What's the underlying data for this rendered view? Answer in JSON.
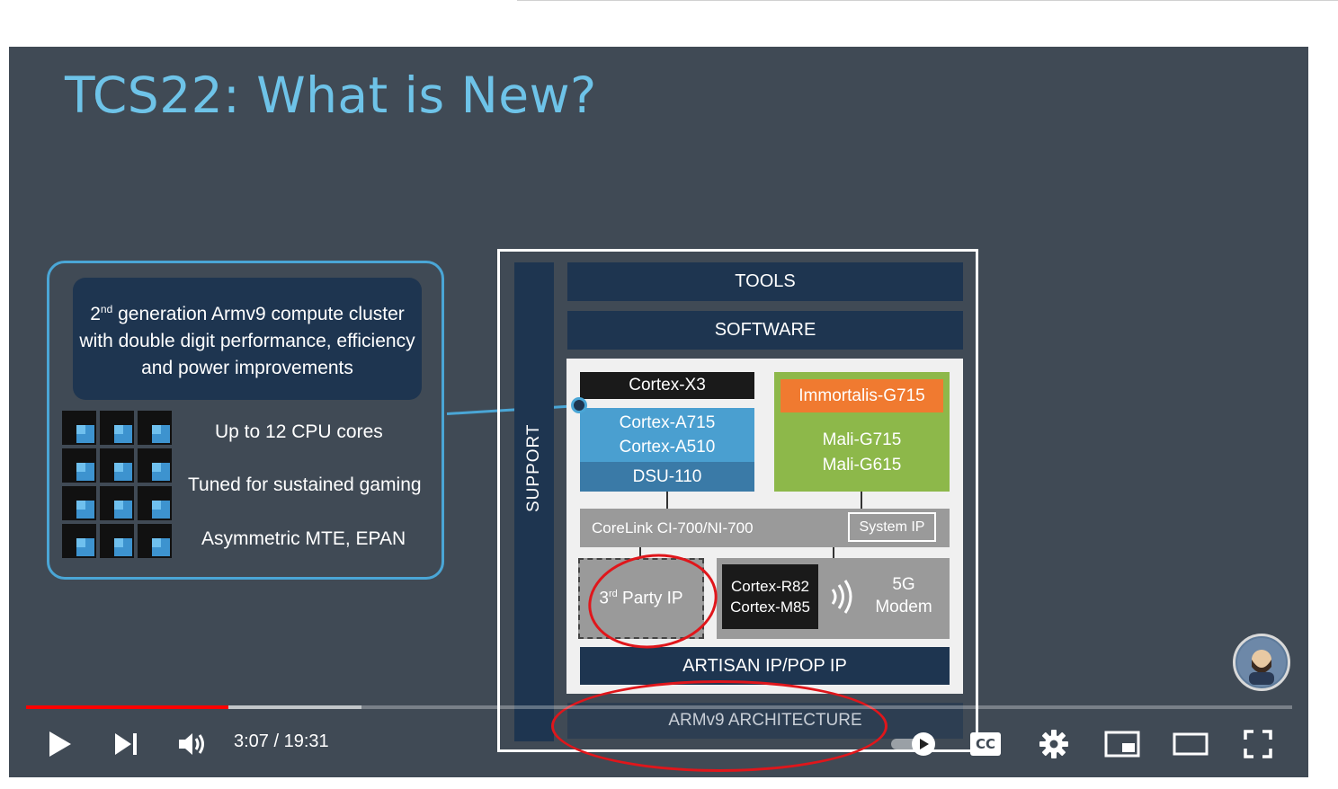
{
  "slide": {
    "title": "TCS22: What is New?",
    "description": {
      "ordinal_number": "2",
      "ordinal_suffix": "nd",
      "rest": " generation Armv9 compute cluster with double digit performance, efficiency and power improvements"
    },
    "features": [
      "Up to 12 CPU cores",
      "Tuned for sustained gaming",
      "Asymmetric MTE, EPAN"
    ],
    "cpu_core_count": 12
  },
  "diagram": {
    "support": "SUPPORT",
    "tools": "TOOLS",
    "software": "SOFTWARE",
    "cortex_x3": "Cortex-X3",
    "cortex_a715": "Cortex-A715",
    "cortex_a510": "Cortex-A510",
    "dsu": "DSU-110",
    "immortalis": "Immortalis-G715",
    "mali_g715": "Mali-G715",
    "mali_g615": "Mali-G615",
    "corelink": "CoreLink CI-700/NI-700",
    "system_ip": "System IP",
    "third_party_num": "3",
    "third_party_suffix": "rd",
    "third_party_rest": " Party IP",
    "cortex_r82": "Cortex-R82",
    "cortex_m85": "Cortex-M85",
    "modem_5g": "5G",
    "modem_label": "Modem",
    "artisan": "ARTISAN IP/POP IP",
    "armv9": "ARMv9 ARCHITECTURE"
  },
  "colors": {
    "slide_bg": "#404a55",
    "title": "#6ec3e8",
    "navy": "#1e3550",
    "cortex_blue": "#4a9fd0",
    "immortalis_orange": "#f07a30",
    "mali_green": "#8db84a",
    "annotation_red": "#e0161b",
    "progress_red": "#ff0000"
  },
  "player": {
    "current_time": "3:07",
    "separator": " / ",
    "duration": "19:31",
    "progress_fraction": 0.16,
    "buffered_fraction": 0.265,
    "autoplay_on": true,
    "controls": [
      "play-icon",
      "next-icon",
      "volume-icon",
      "autoplay-toggle",
      "cc-icon",
      "settings-gear-icon",
      "miniplayer-icon",
      "theater-mode-icon",
      "fullscreen-icon"
    ],
    "cc_label": "CC"
  }
}
